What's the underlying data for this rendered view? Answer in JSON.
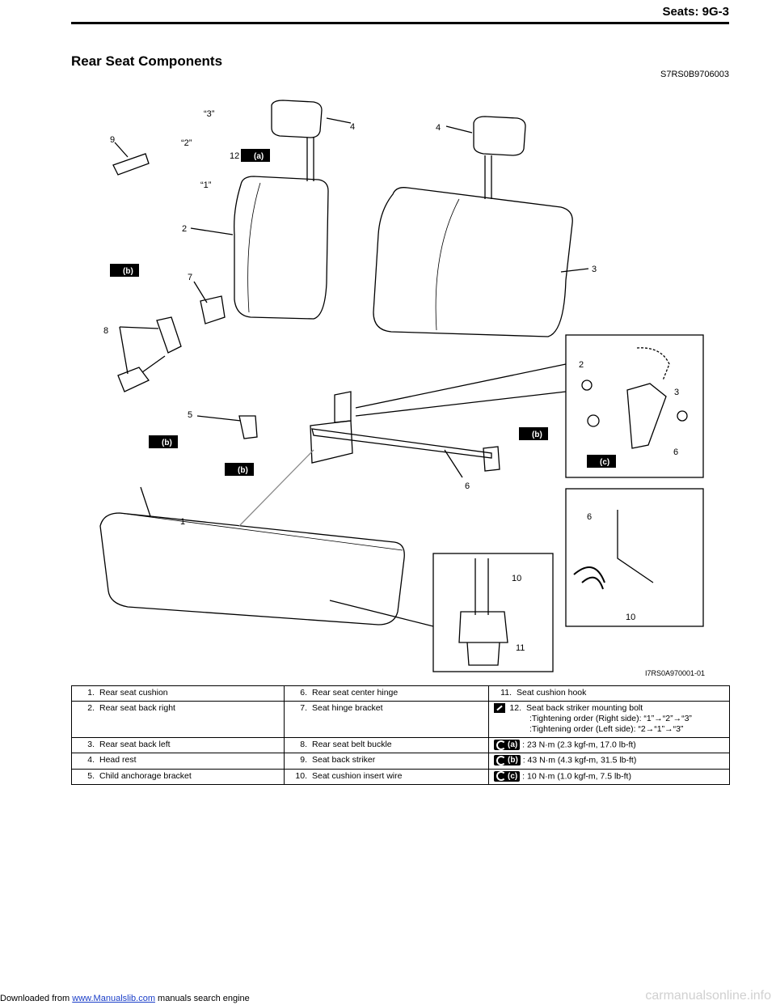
{
  "header": {
    "title": "Seats:    9G-3"
  },
  "section": {
    "title": "Rear Seat Components",
    "code": "S7RS0B9706003"
  },
  "figure": {
    "id": "I7RS0A970001-01",
    "callouts": {
      "c1": "1",
      "c2": "2",
      "c3": "3",
      "c4a": "4",
      "c4b": "4",
      "c5": "5",
      "c6a": "6",
      "c6b": "6",
      "c6c": "6",
      "c7": "7",
      "c8": "8",
      "c9": "9",
      "c10a": "10",
      "c10b": "10",
      "c11": "11",
      "c12": "12",
      "c2i": "2",
      "c3i": "3",
      "q3": "“3”",
      "q2": "“2”",
      "q1": "“1”"
    },
    "torque_tags": {
      "a": "(a)",
      "b": "(b)",
      "c": "(c)"
    }
  },
  "legend": {
    "rows": [
      {
        "c1": {
          "num": "1.",
          "text": "Rear seat cushion"
        },
        "c2": {
          "num": "6.",
          "text": "Rear seat center hinge"
        },
        "c3": {
          "num": "11.",
          "text": "Seat cushion hook"
        }
      },
      {
        "c1": {
          "num": "2.",
          "text": "Rear seat back right"
        },
        "c2": {
          "num": "7.",
          "text": "Seat hinge bracket"
        },
        "c3": {
          "num": "12.",
          "text": "Seat back striker mounting bolt",
          "line2": ":Tightening order (Right side): “1”→“2”→“3”",
          "line3": ":Tightening order (Left side): “2→“1”→“3”"
        }
      },
      {
        "c1": {
          "num": "3.",
          "text": "Rear seat back left"
        },
        "c2": {
          "num": "8.",
          "text": "Rear seat belt buckle"
        },
        "c3": {
          "tag": "(a)",
          "text": "23 N·m (2.3 kgf-m, 17.0 lb-ft)"
        }
      },
      {
        "c1": {
          "num": "4.",
          "text": "Head rest"
        },
        "c2": {
          "num": "9.",
          "text": "Seat back striker"
        },
        "c3": {
          "tag": "(b)",
          "text": "43 N·m (4.3 kgf-m, 31.5 lb-ft)"
        }
      },
      {
        "c1": {
          "num": "5.",
          "text": "Child anchorage bracket"
        },
        "c2": {
          "num": "10.",
          "text": "Seat cushion insert wire"
        },
        "c3": {
          "tag": "(c)",
          "text": "10 N·m (1.0 kgf-m, 7.5 lb-ft)"
        }
      }
    ]
  },
  "footer": {
    "prefix": "Downloaded from ",
    "link": "www.Manualslib.com",
    "suffix": " manuals search engine",
    "watermark": "carmanualsonline.info"
  }
}
